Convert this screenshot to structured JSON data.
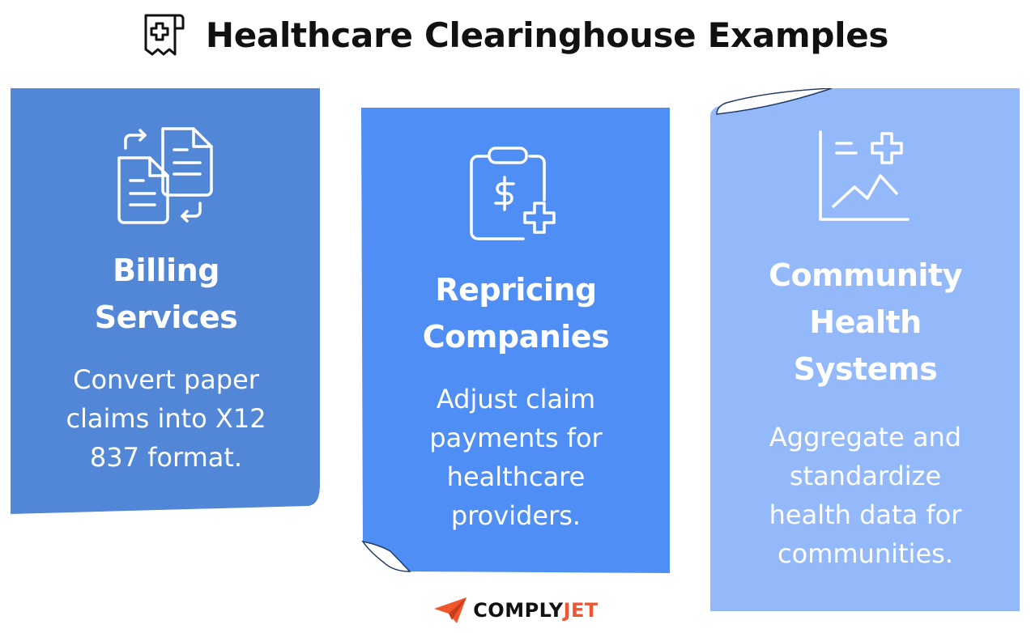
{
  "page": {
    "title": "Healthcare Clearinghouse Examples"
  },
  "icons": {
    "header": "receipt-medical-icon",
    "billing": "documents-exchange-icon",
    "repricing": "clipboard-dollar-plus-icon",
    "community": "chart-medical-icon",
    "brand": "paper-plane-icon"
  },
  "cards": [
    {
      "title_lines": [
        "Billing",
        "Services"
      ],
      "desc_lines": [
        "Convert paper",
        "claims into X12",
        "837 format."
      ],
      "color": "#5286d6"
    },
    {
      "title_lines": [
        "Repricing",
        "Companies"
      ],
      "desc_lines": [
        "Adjust claim",
        "payments for",
        "healthcare",
        "providers."
      ],
      "color": "#4f8ef5"
    },
    {
      "title_lines": [
        "Community",
        "Health",
        "Systems"
      ],
      "desc_lines": [
        "Aggregate and",
        "standardize",
        "health data for",
        "communities."
      ],
      "color": "#93b9fb"
    }
  ],
  "brand": {
    "part1": "COMPLY",
    "part2": "JET",
    "accent_color": "#f2542d"
  }
}
